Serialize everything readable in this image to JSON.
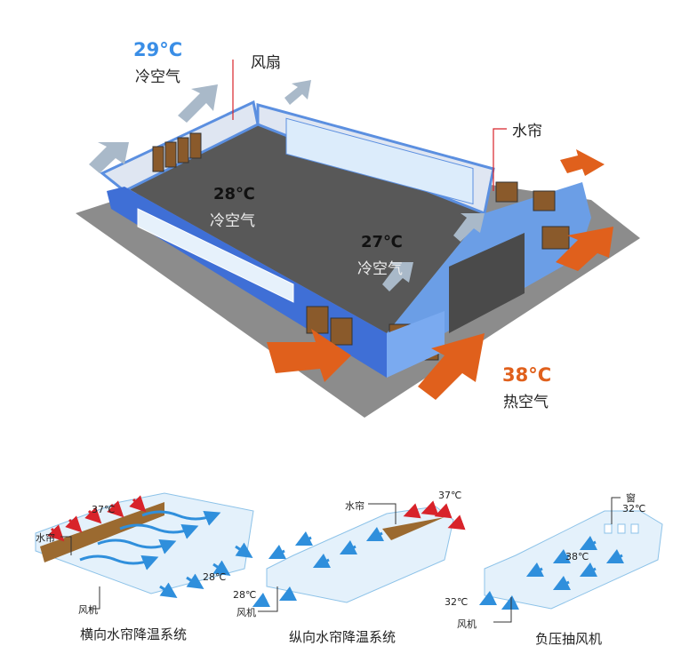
{
  "main": {
    "outflow": {
      "temp": "29°C",
      "label": "冷空气"
    },
    "fan_label": "风扇",
    "curtain_label": "水帘",
    "zone1": {
      "temp": "28℃",
      "label": "冷空气"
    },
    "zone2": {
      "temp": "27℃",
      "label": "冷空气"
    },
    "inflow": {
      "temp": "38°C",
      "label": "热空气"
    },
    "colors": {
      "cool": "#3a8ee6",
      "hot": "#e0601c",
      "wall": "#5b8fe0",
      "floor": "#555555",
      "ground": "#8a8a8a"
    }
  },
  "panels": [
    {
      "caption": "横向水帘降温系统",
      "curtain": "水帘",
      "fan": "风机",
      "in_temp": "37℃",
      "out_temp": "28℃"
    },
    {
      "caption": "纵向水帘降温系统",
      "curtain": "水帘",
      "fan": "风机",
      "in_temp": "37℃",
      "out_temp": "28℃"
    },
    {
      "caption": "负压抽风机",
      "window": "窗",
      "window_temp": "32℃",
      "inner_temp": "38℃",
      "fan": "风机",
      "out_temp": "32℃"
    }
  ]
}
